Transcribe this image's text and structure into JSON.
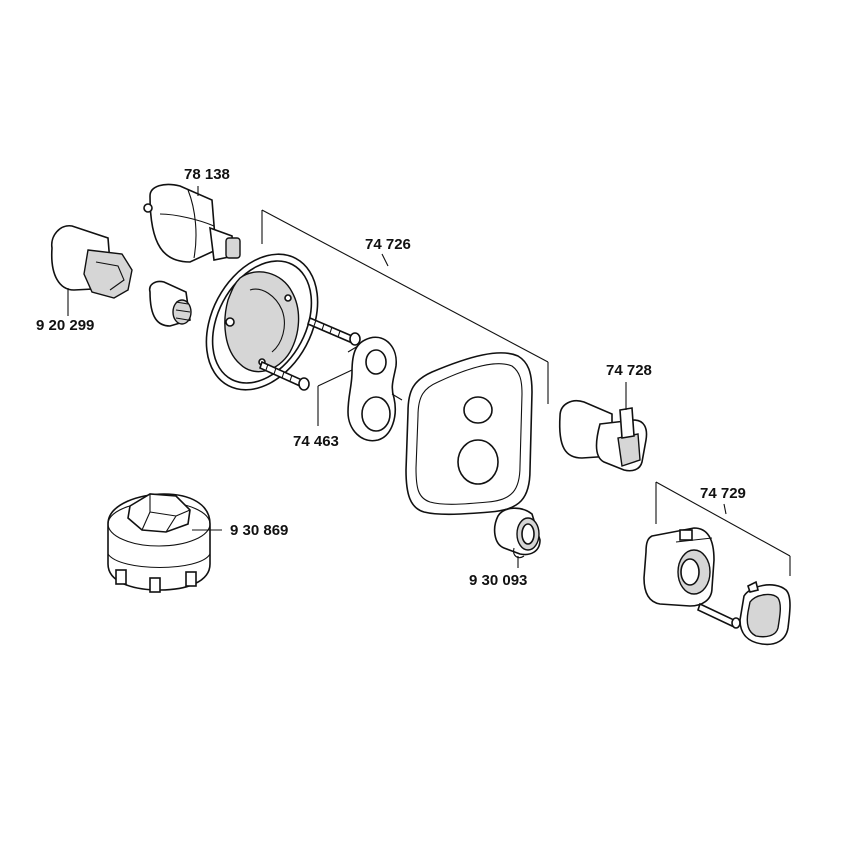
{
  "diagram": {
    "labels": {
      "cartridge": "78 138",
      "extension_sleeve": "9 20 299",
      "trim_set": "74 726",
      "gasket_screws": "74 463",
      "lever": "74 728",
      "handle_set": "74 729",
      "socket_tool": "9 30 869",
      "adapter": "9 30 093"
    }
  }
}
